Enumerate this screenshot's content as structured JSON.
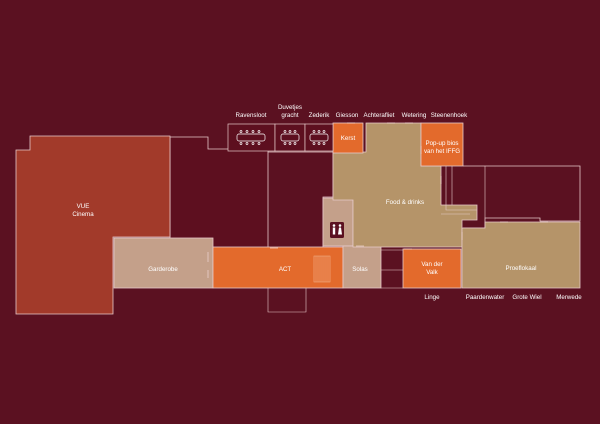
{
  "colors": {
    "background": "#5b1121",
    "cinema": "#a23a2a",
    "dark_room": "#5d0f1f",
    "garderobe": "#c4a08a",
    "act": "#e36a2c",
    "food": "#b59469",
    "orange": "#e36a2c",
    "outline": "#e6c9c9"
  },
  "rooms": {
    "vue_line1": "VUE",
    "vue_line2": "Cinema",
    "garderobe": "Garderobe",
    "act": "ACT",
    "solas": "Solas",
    "food": "Food & drinks",
    "kerst": "Kerst",
    "popup_line1": "Pop-up bios",
    "popup_line2": "van het IFFG",
    "vandervalk_line1": "Van der",
    "vandervalk_line2": "Valk",
    "proeflokaal": "Proeflokaal"
  },
  "top_labels": {
    "ravensloot": "Ravensloot",
    "duvetjes_line1": "Duvetjes",
    "duvetjes_line2": "gracht",
    "zederik": "Zederik",
    "giesson": "Giesson",
    "achterafliet": "Achterafliet",
    "wetering": "Wetering",
    "steenenhoek": "Steenenhoek"
  },
  "bottom_labels": {
    "linge": "Linge",
    "paardenwater": "Paardenwater",
    "grote_wiel": "Grote Wiel",
    "merwede": "Merwede"
  }
}
